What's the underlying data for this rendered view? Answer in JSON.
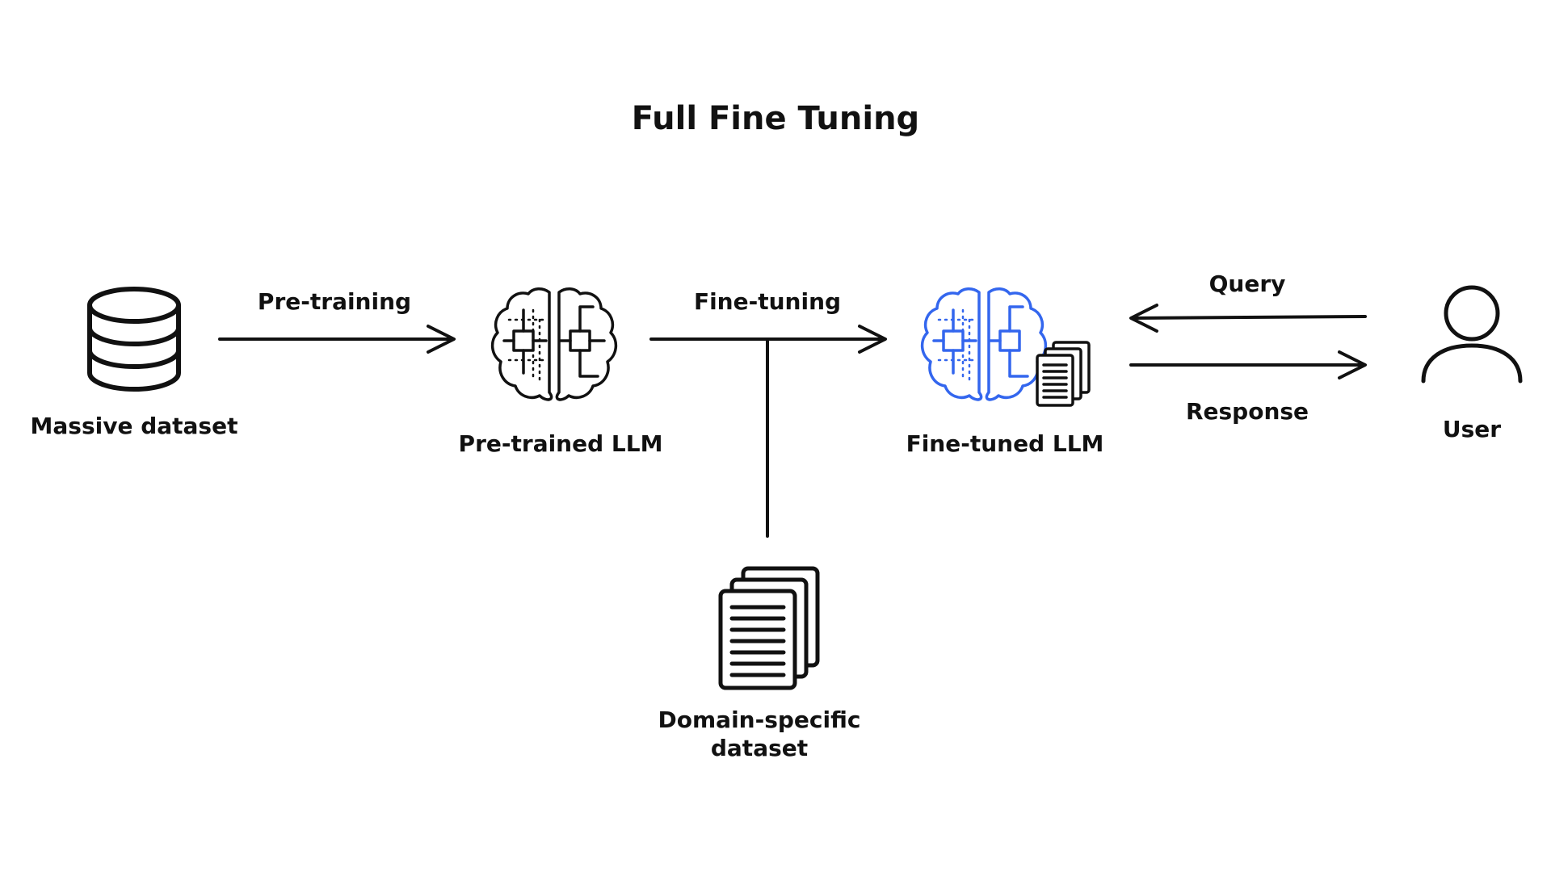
{
  "title": "Full Fine Tuning",
  "nodes": {
    "massive_dataset": "Massive dataset",
    "pretrained_llm": "Pre-trained LLM",
    "finetuned_llm": "Fine-tuned LLM",
    "user": "User",
    "domain_dataset_line1": "Domain-specific",
    "domain_dataset_line2": "dataset"
  },
  "edges": {
    "pretraining": "Pre-training",
    "finetuning": "Fine-tuning",
    "query": "Query",
    "response": "Response"
  },
  "colors": {
    "ink": "#111111",
    "accent_blue": "#3366ee",
    "background": "#ffffff"
  },
  "icons": [
    "database-icon",
    "brain-chip-icon",
    "brain-chip-blue-icon",
    "document-stack-icon",
    "user-icon"
  ]
}
